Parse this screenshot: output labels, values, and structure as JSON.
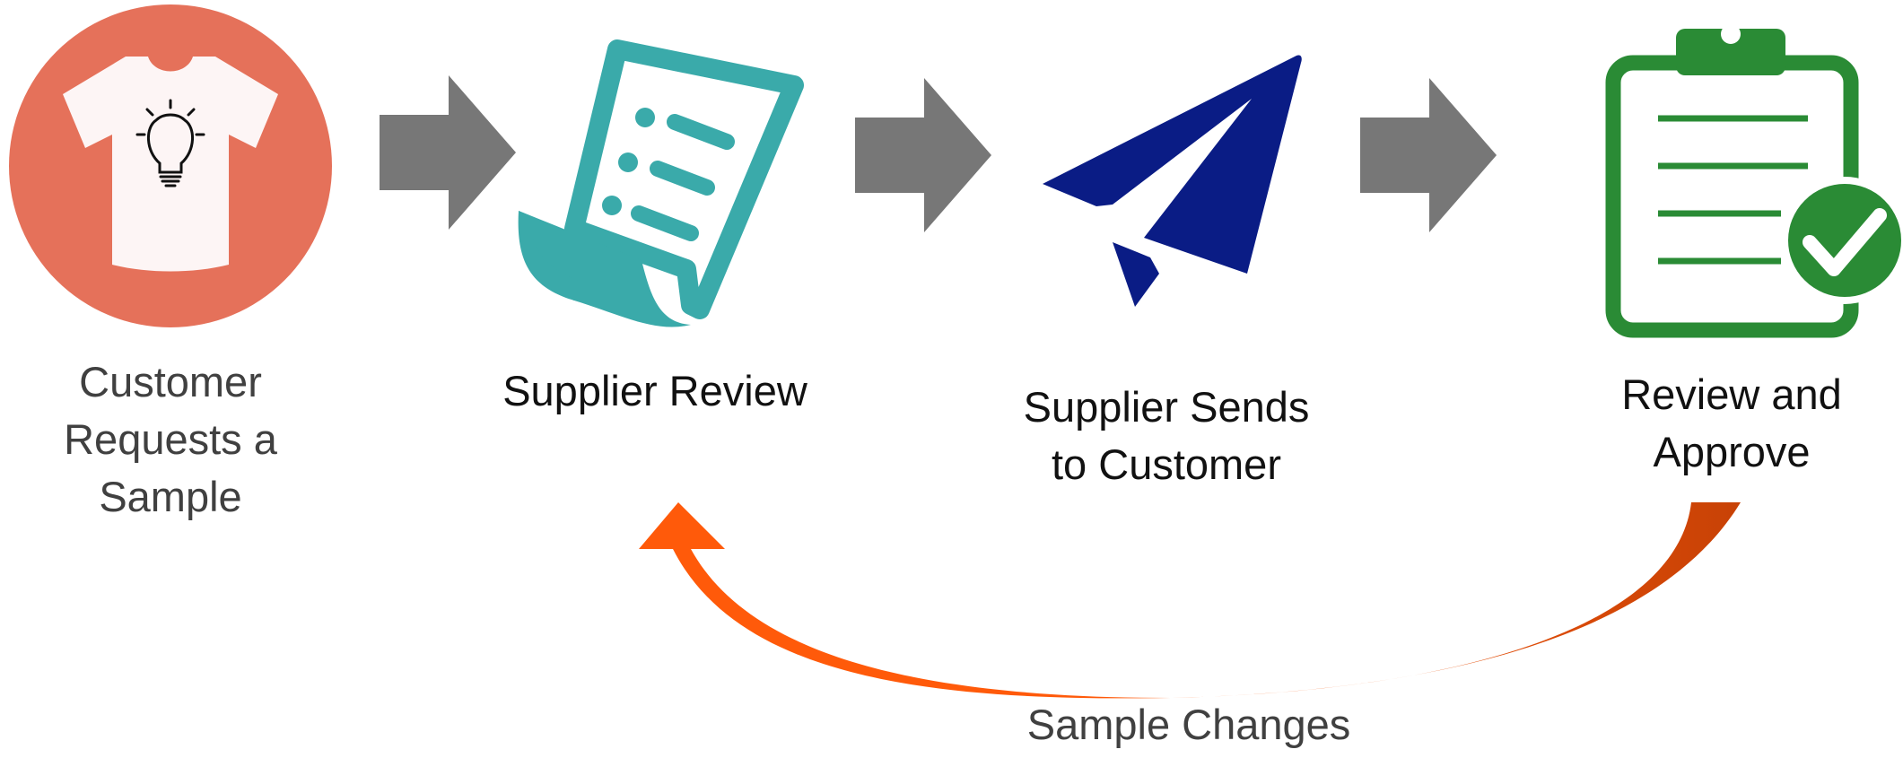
{
  "steps": [
    {
      "lines": [
        "Customer",
        "Requests a",
        "Sample"
      ],
      "icon": "tshirt-lightbulb-icon",
      "color": "#E5715A"
    },
    {
      "lines": [
        "Supplier Review"
      ],
      "icon": "document-scroll-icon",
      "color": "#3AAAAA"
    },
    {
      "lines": [
        "Supplier Sends",
        "to Customer"
      ],
      "icon": "paper-plane-icon",
      "color": "#0A1C85"
    },
    {
      "lines": [
        "Review and",
        "Approve"
      ],
      "icon": "clipboard-check-icon",
      "color": "#2A8B35"
    }
  ],
  "connector_arrow_color": "#777777",
  "loop": {
    "label": "Sample Changes",
    "from_step": 4,
    "to_step": 2,
    "color": "#FF5A0A"
  }
}
